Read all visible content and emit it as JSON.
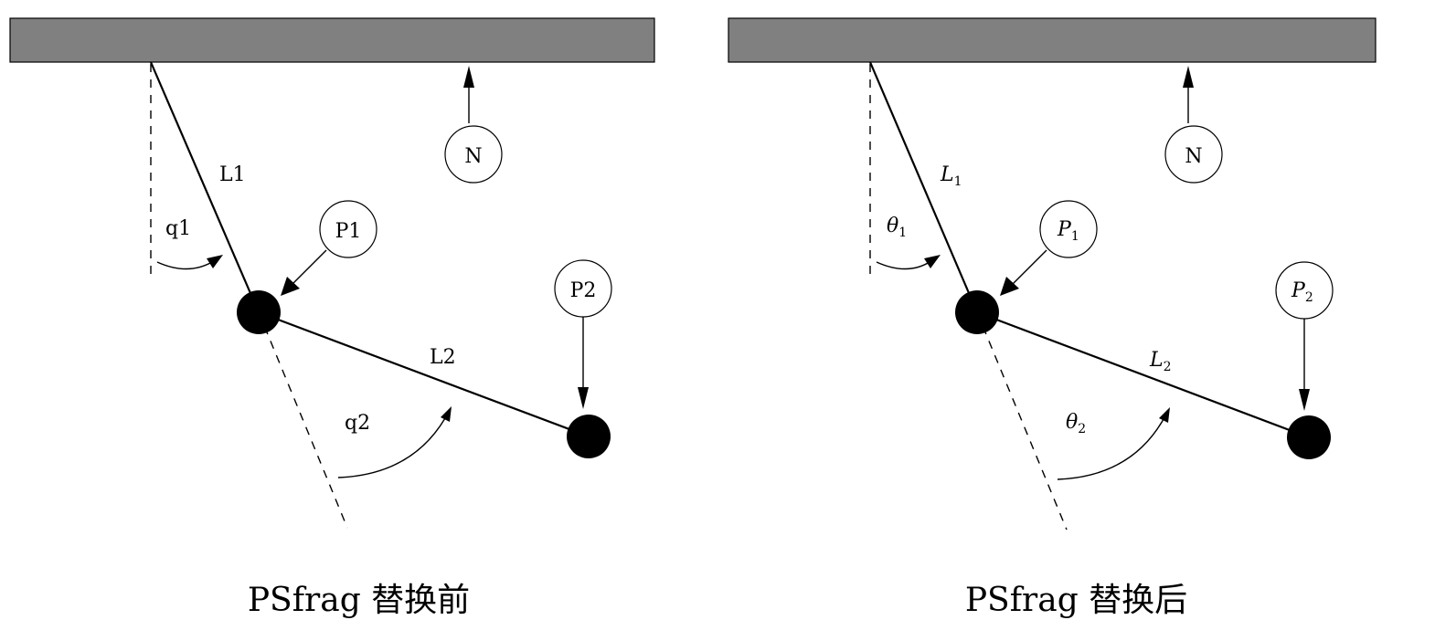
{
  "panels": [
    {
      "labels": {
        "n": "N",
        "p1": "P1",
        "p2": "P2",
        "l1": "L1",
        "l2": "L2",
        "q1": "q1",
        "q2": "q2"
      },
      "caption": "PSfrag 替换前"
    },
    {
      "labels": {
        "n": "N",
        "p1": {
          "base": "P",
          "sub": "1"
        },
        "p2": {
          "base": "P",
          "sub": "2"
        },
        "l1": {
          "base": "L",
          "sub": "1"
        },
        "l2": {
          "base": "L",
          "sub": "2"
        },
        "q1": {
          "base": "θ",
          "sub": "1"
        },
        "q2": {
          "base": "θ",
          "sub": "2"
        }
      },
      "caption": "PSfrag 替换后"
    }
  ]
}
